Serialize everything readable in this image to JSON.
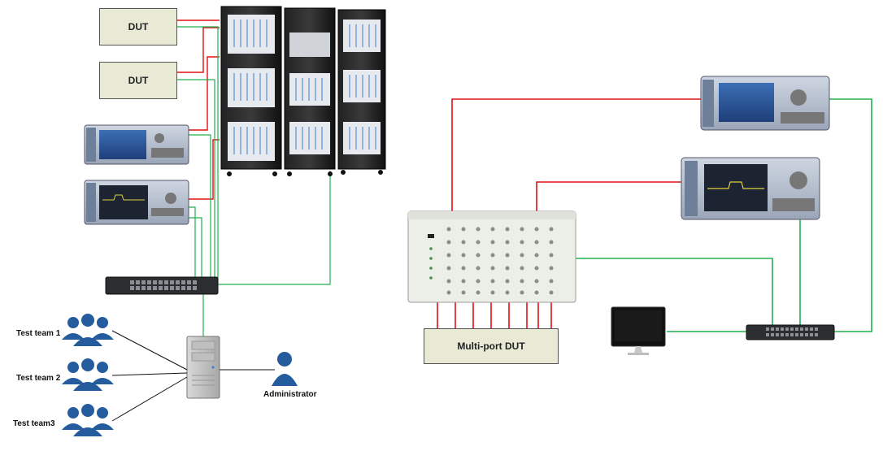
{
  "labels": {
    "dut_1": "DUT",
    "dut_2": "DUT",
    "multiport_dut": "Multi-port DUT",
    "administrator": "Administrator",
    "team_1": "Test team 1",
    "team_2": "Test team 2",
    "team_3": "Test team3"
  },
  "colors": {
    "rf_line": "#e01010",
    "net_line": "#20b050",
    "black_line": "#111111",
    "user_icon": "#245c9e",
    "dut_box": "#e8ead6"
  }
}
